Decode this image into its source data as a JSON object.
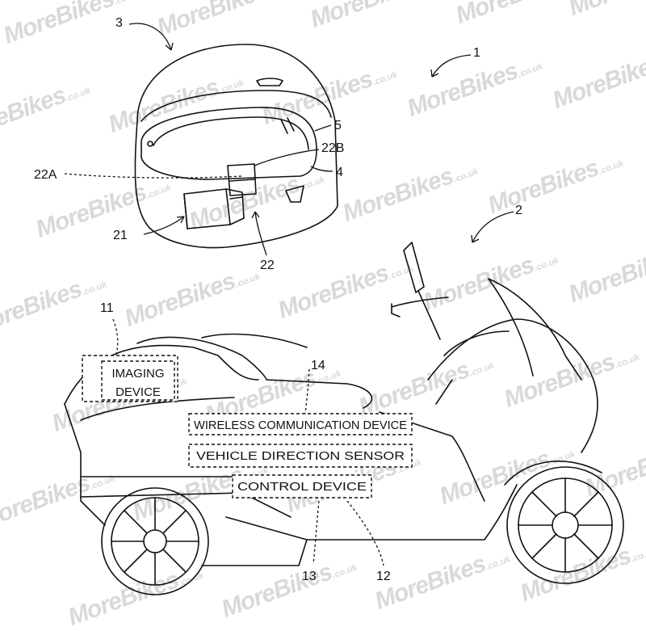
{
  "refs": {
    "system": "1",
    "motorcycle": "2",
    "helmet": "3",
    "display": "4",
    "visor": "5",
    "imaging": "11",
    "sensor": "12",
    "control": "13",
    "wireless": "14",
    "module": "21",
    "projector": "22",
    "proj_a": "22A",
    "proj_b": "22B"
  },
  "boxes": {
    "imaging_l1": "IMAGING",
    "imaging_l2": "DEVICE",
    "wireless": "WIRELESS COMMUNICATION DEVICE",
    "sensor": "VEHICLE DIRECTION SENSOR",
    "control": "CONTROL DEVICE"
  },
  "watermark": {
    "brand": "MoreBikes",
    "domain": ".co.uk"
  }
}
